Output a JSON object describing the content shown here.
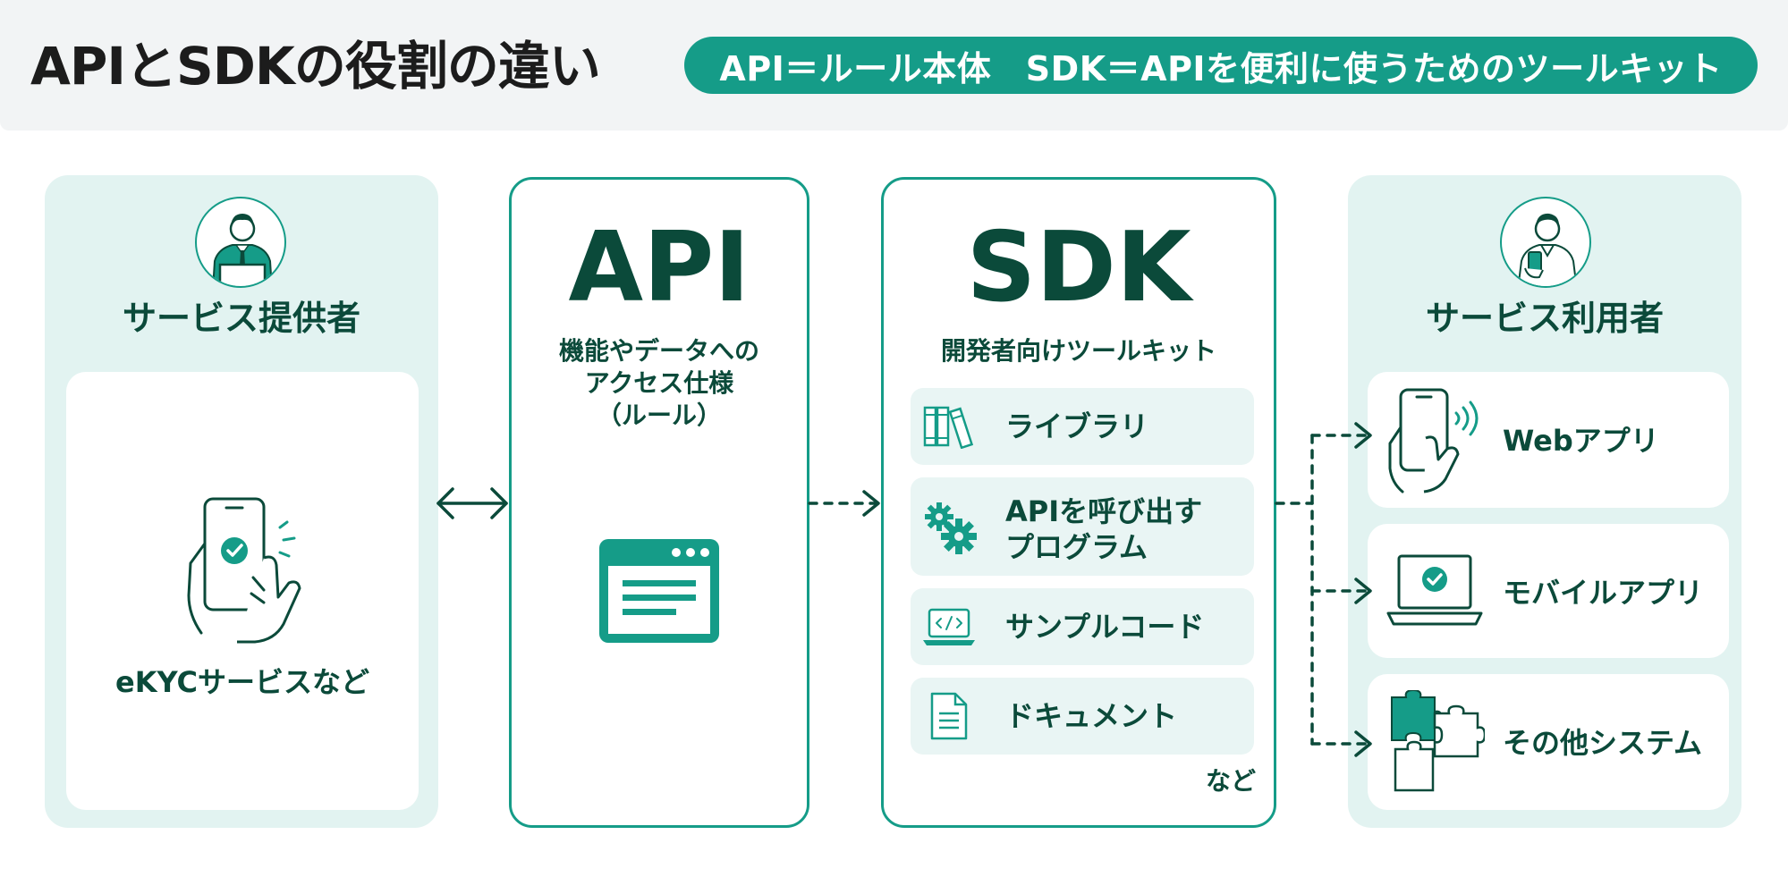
{
  "header": {
    "title": "APIとSDKの役割の違い",
    "subtitle": "API＝ルール本体　SDK＝APIを便利に使うためのツールキット"
  },
  "provider": {
    "title": "サービス提供者",
    "card_label": "eKYCサービスなど"
  },
  "api": {
    "heading": "API",
    "description": [
      "機能やデータへの",
      "アクセス仕様",
      "（ルール）"
    ]
  },
  "sdk": {
    "heading": "SDK",
    "description": "開発者向けツールキット",
    "items": [
      {
        "label": "ライブラリ",
        "icon": "books-icon"
      },
      {
        "label_lines": [
          "APIを呼び出す",
          "プログラム"
        ],
        "icon": "gears-icon"
      },
      {
        "label": "サンプルコード",
        "icon": "laptop-code-icon"
      },
      {
        "label": "ドキュメント",
        "icon": "document-icon"
      }
    ],
    "etc": "など"
  },
  "user": {
    "title": "サービス利用者",
    "items": [
      {
        "label": "Webアプリ",
        "icon": "phone-hand-icon"
      },
      {
        "label": "モバイルアプリ",
        "icon": "laptop-check-icon"
      },
      {
        "label": "その他システム",
        "icon": "puzzle-icon"
      }
    ]
  },
  "colors": {
    "primary": "#159c88",
    "dark_text": "#0b4a3a",
    "panel_bg": "#e2f3f1",
    "item_bg": "#e9f5f4",
    "header_bg": "#f2f4f5",
    "title_text": "#1c1c1c"
  }
}
